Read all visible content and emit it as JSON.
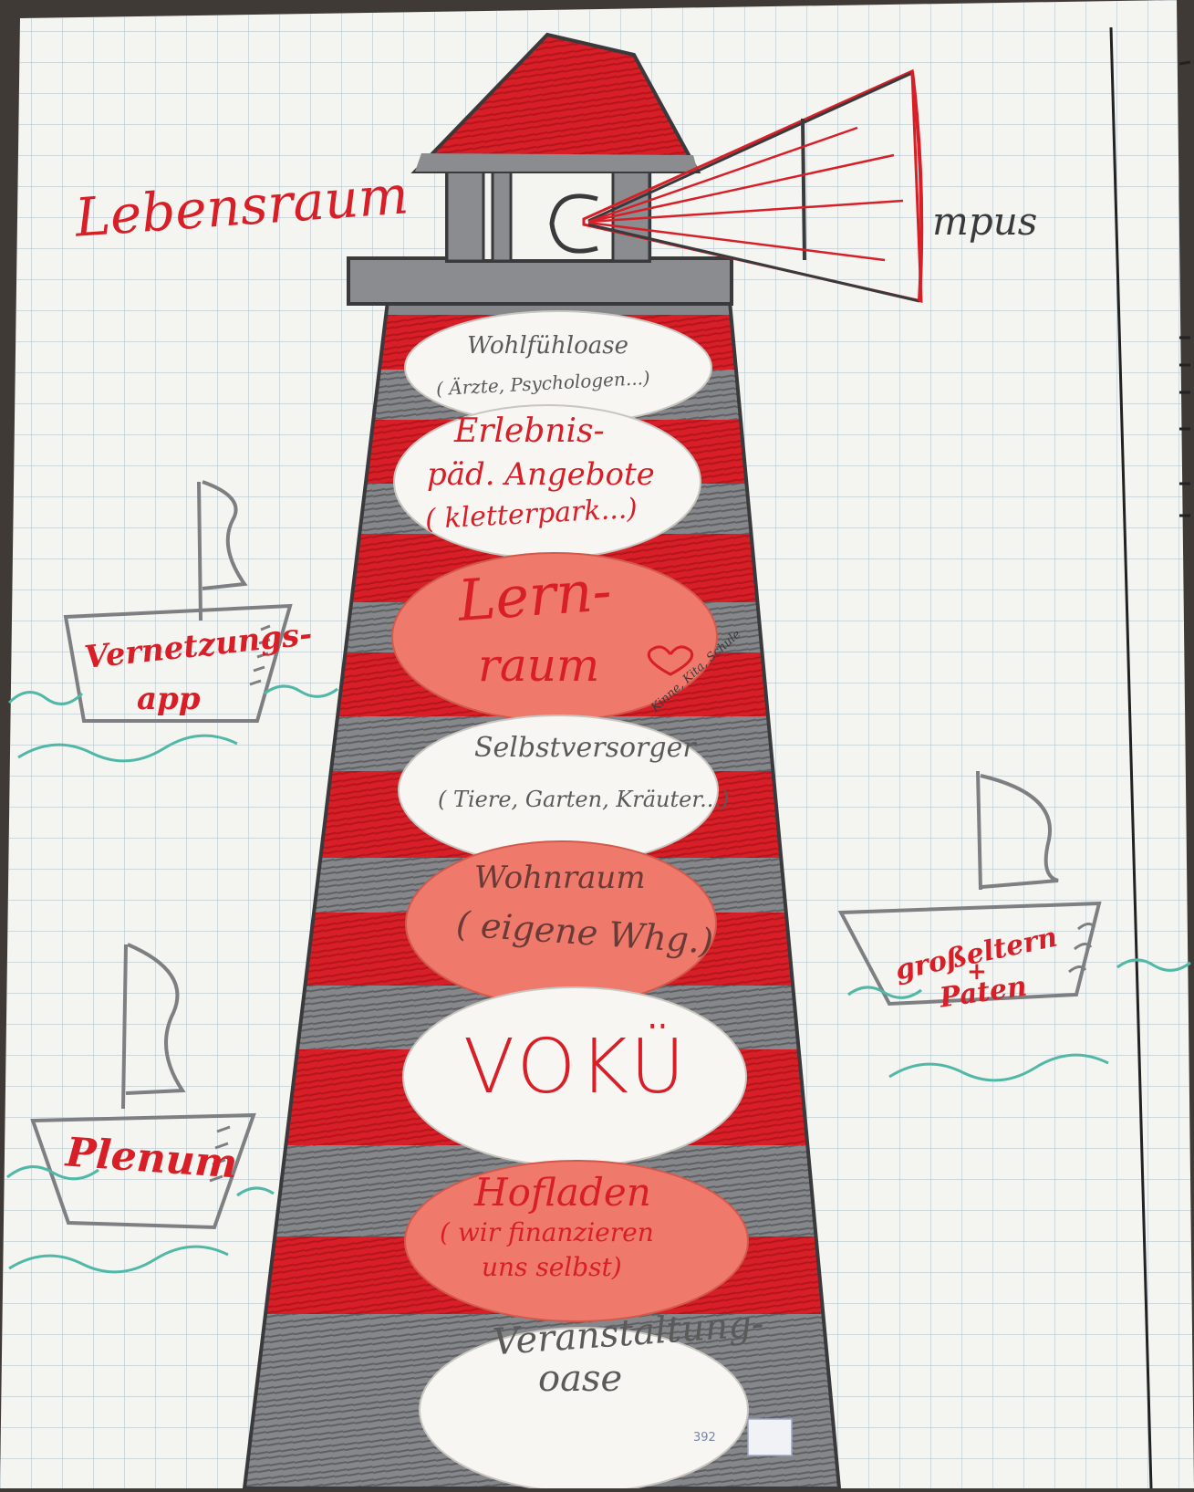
{
  "colors": {
    "paper": "#f4f4f1",
    "grid": "#b7c7cf",
    "red": "#d81e26",
    "gray": "#7d7f82",
    "dark": "#3a3a3c",
    "salmon": "#ef7a6c",
    "white_card": "#f7f6f3",
    "wave": "#4fb8a6",
    "floor": "#3f3a36"
  },
  "header": {
    "left_word": "Lebensraum",
    "right_word": "mpus"
  },
  "cards": [
    {
      "id": "wohlfuehloase",
      "fill": "white",
      "lines": [
        "Wohlfühloase",
        "( Ärzte, Psychologen...)"
      ]
    },
    {
      "id": "erlebnis",
      "fill": "white",
      "lines": [
        "Erlebnis-",
        "päd. Angebote",
        "( kletterpark...)"
      ]
    },
    {
      "id": "lernraum",
      "fill": "salmon",
      "lines": [
        "Lern-",
        "raum"
      ],
      "note": "Kinne, Kita, Schule"
    },
    {
      "id": "selbstversorger",
      "fill": "white",
      "lines": [
        "Selbstversorger",
        "( Tiere, Garten, Kräuter...)"
      ]
    },
    {
      "id": "wohnraum",
      "fill": "salmon",
      "lines": [
        "Wohnraum",
        "( eigene Whg.)"
      ]
    },
    {
      "id": "vokue",
      "fill": "white",
      "lines": [
        "VOKÜ"
      ]
    },
    {
      "id": "hofladen",
      "fill": "salmon",
      "lines": [
        "Hofladen",
        "( wir finanzieren",
        "uns selbst)"
      ]
    },
    {
      "id": "veranstaltung",
      "fill": "white",
      "lines": [
        "Veranstaltung-",
        "oase"
      ]
    }
  ],
  "boats": [
    {
      "id": "vernetzungsapp",
      "lines": [
        "Vernetzungs-",
        "app"
      ]
    },
    {
      "id": "plenum",
      "lines": [
        "Plenum"
      ]
    },
    {
      "id": "grosseltern",
      "lines": [
        "großeltern",
        "+",
        "Paten"
      ]
    }
  ],
  "footer_mark": "392"
}
